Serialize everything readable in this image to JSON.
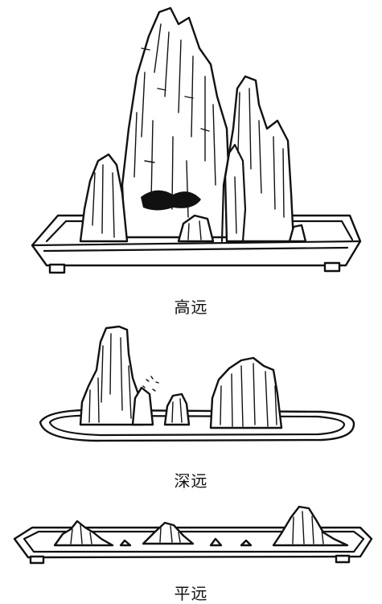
{
  "figures": [
    {
      "label": "高远"
    },
    {
      "label": "深远"
    },
    {
      "label": "平远"
    }
  ]
}
